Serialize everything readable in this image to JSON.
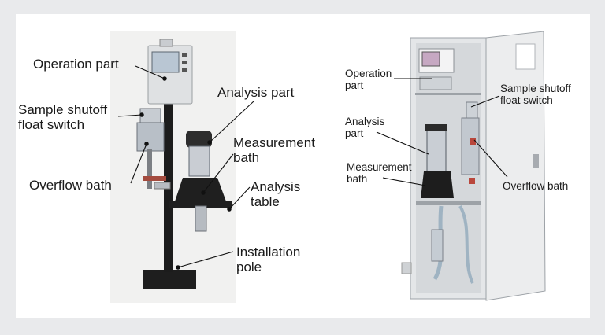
{
  "left_figure": {
    "labels": {
      "operation_part": "Operation part",
      "sample_shutoff_float_switch": [
        "Sample shutoff",
        "float switch"
      ],
      "overflow_bath": "Overflow bath",
      "analysis_part": "Analysis part",
      "measurement_bath": [
        "Measurement",
        "bath"
      ],
      "analysis_table": [
        "Analysis",
        "table"
      ],
      "installation_pole": [
        "Installation",
        "pole"
      ]
    }
  },
  "right_figure": {
    "labels": {
      "operation_part": [
        "Operation",
        "part"
      ],
      "analysis_part": [
        "Analysis",
        "part"
      ],
      "measurement_bath": [
        "Measurement",
        "bath"
      ],
      "sample_shutoff_float_switch": [
        "Sample shutoff",
        "float switch"
      ],
      "overflow_bath": "Overflow bath"
    }
  },
  "colors": {
    "frame_background": "#e9eaec",
    "panel_background": "#ffffff",
    "text": "#1a1a1a",
    "pole": "#1c1c1c",
    "cabinet": "#e6e8ea"
  }
}
